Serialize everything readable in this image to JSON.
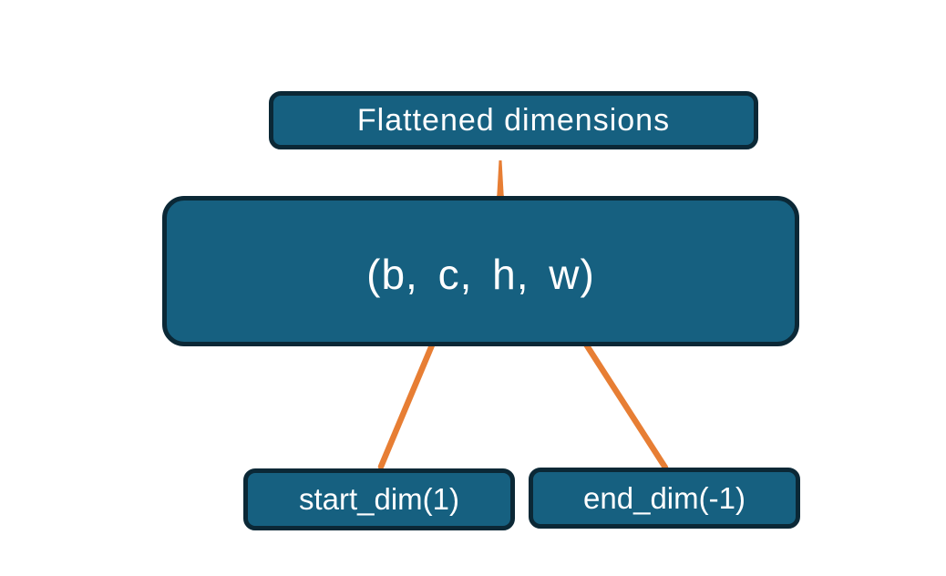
{
  "diagram": {
    "title_box": {
      "label": "Flattened dimensions"
    },
    "tensor_box": {
      "label": "(b, c, h, w)"
    },
    "start_dim_box": {
      "label": "start_dim(1)"
    },
    "end_dim_box": {
      "label": "end_dim(-1)"
    },
    "colors": {
      "background": "#ffffff",
      "box_fill": "#166080",
      "box_border": "#0b2836",
      "text_color": "#ffffff",
      "connector": "#e77e34"
    }
  }
}
